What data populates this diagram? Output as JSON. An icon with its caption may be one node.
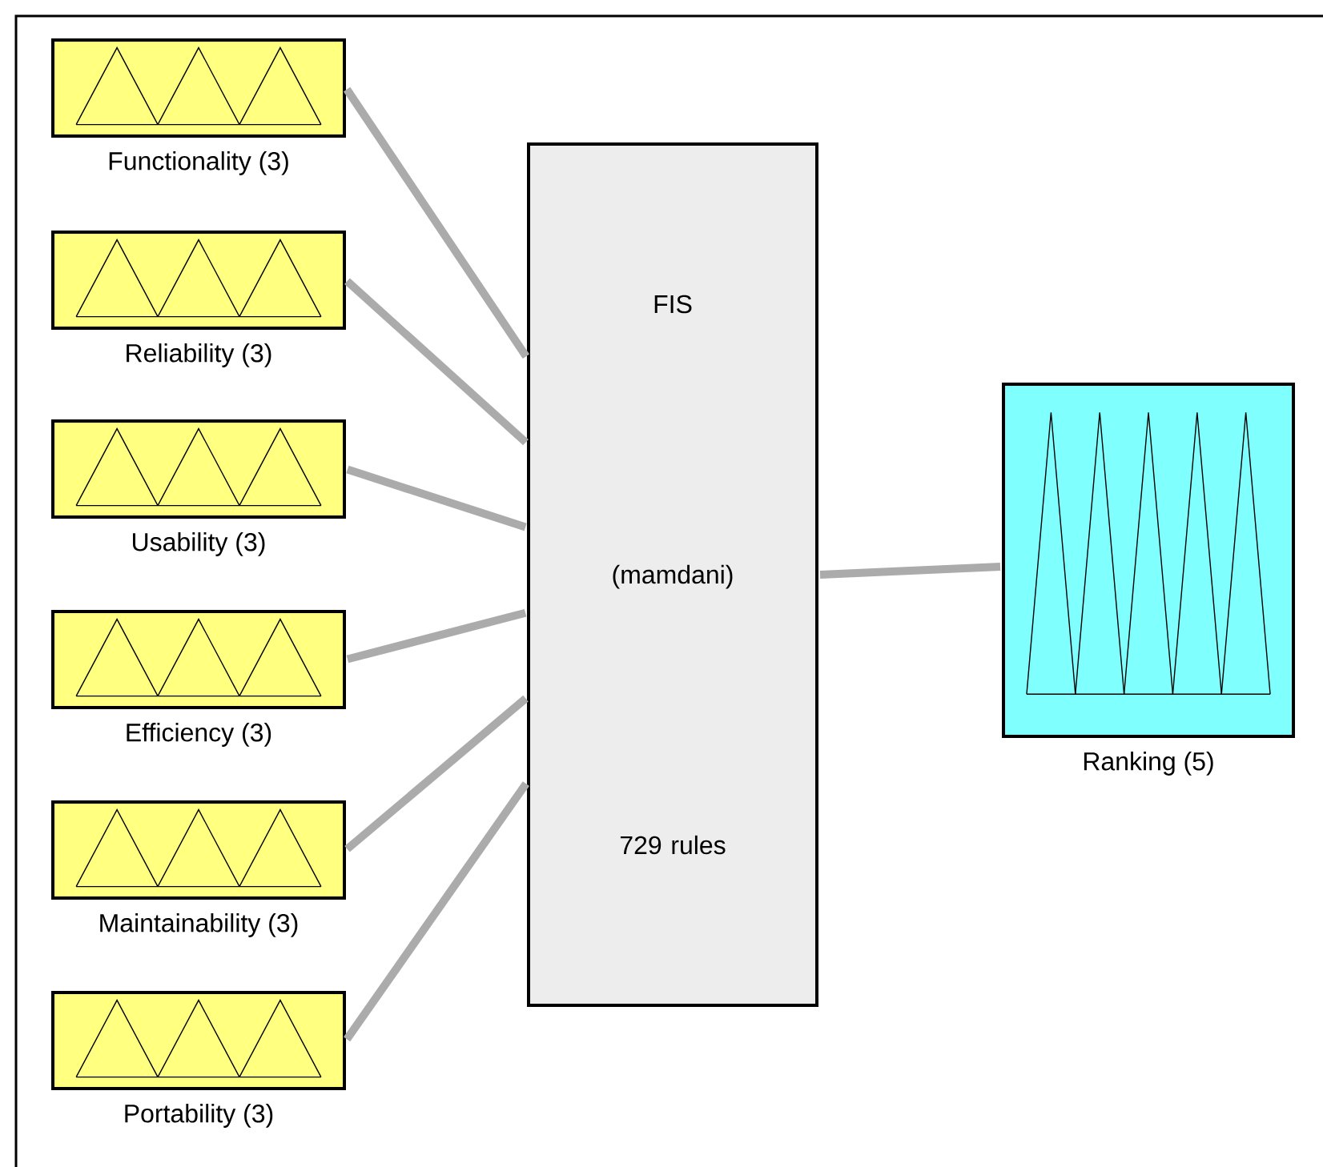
{
  "diagram": {
    "nodes": [
      {
        "text": [
          "Functionality (3)"
        ]
      },
      {
        "text": [
          "Reliability (3)"
        ]
      },
      {
        "text": [
          "Usability (3)"
        ]
      },
      {
        "text": [
          "Efficiency (3)"
        ]
      },
      {
        "text": [
          "Maintainability (3)"
        ]
      },
      {
        "text": [
          "Portability (3)"
        ]
      },
      {
        "text": [
          "FIS",
          "(mamdani)",
          "729 rules"
        ]
      },
      {
        "text": [
          "Ranking (5)"
        ]
      }
    ],
    "edges": [
      {
        "from": 0,
        "to": 6,
        "arrow": "none"
      },
      {
        "from": 1,
        "to": 6,
        "arrow": "none"
      },
      {
        "from": 2,
        "to": 6,
        "arrow": "none"
      },
      {
        "from": 3,
        "to": 6,
        "arrow": "none"
      },
      {
        "from": 4,
        "to": 6,
        "arrow": "none"
      },
      {
        "from": 5,
        "to": 6,
        "arrow": "none"
      },
      {
        "from": 6,
        "to": 7,
        "arrow": "none"
      }
    ]
  }
}
